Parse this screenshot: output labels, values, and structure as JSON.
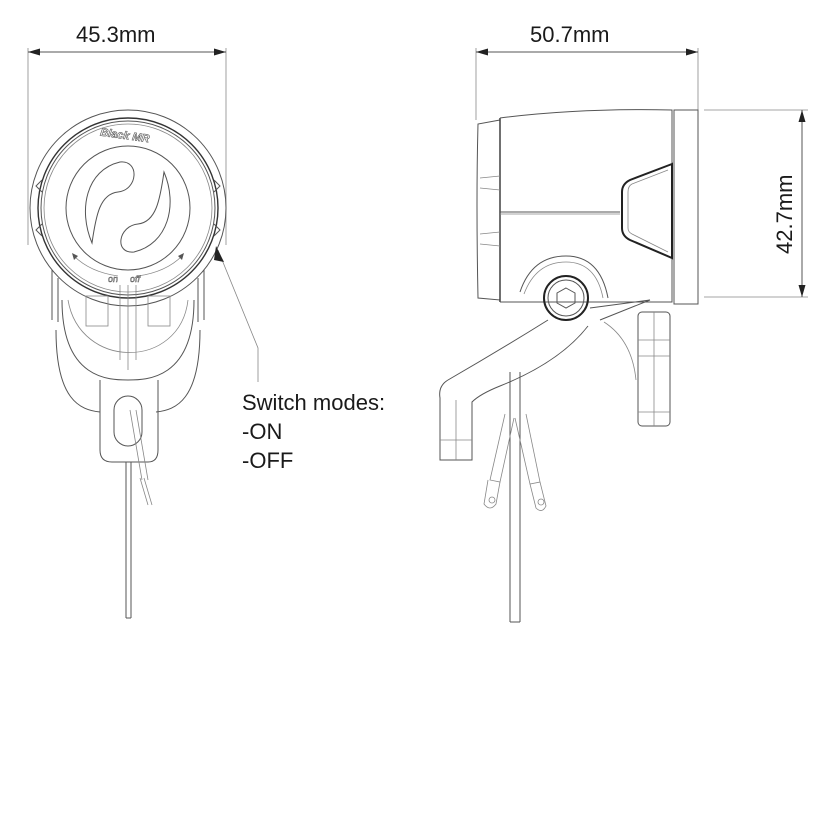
{
  "dimensions": {
    "front_width": "45.3mm",
    "side_length": "50.7mm",
    "side_height": "42.7mm"
  },
  "front_view": {
    "brand_text": "Black MR",
    "switch_labels": [
      "on",
      "off"
    ]
  },
  "callout": {
    "title": "Switch modes:",
    "modes": [
      "-ON",
      "-OFF"
    ]
  },
  "colors": {
    "line": "#555555",
    "text": "#1a1a1a",
    "background": "#ffffff"
  }
}
